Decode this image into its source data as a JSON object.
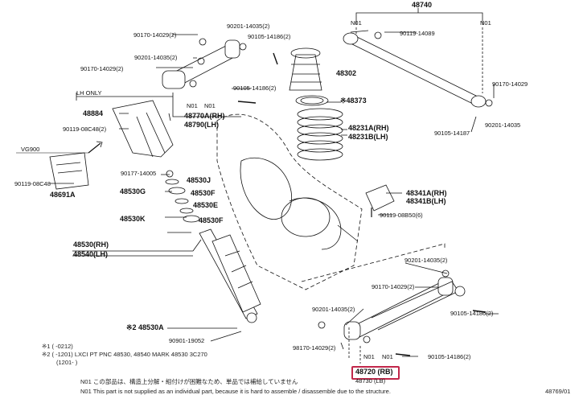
{
  "diagram": {
    "labels": {
      "top_assembly": "48740",
      "n01_top_left": "N01",
      "n01_top_right": "N01",
      "p90119_14089": "90119-14089",
      "p90170_14029_a": "90170-14029(2)",
      "p90201_14035_a": "90201-14035(2)",
      "p90105_14186_a": "90105-14186(2)",
      "p90170_14029_b": "90170-14029(2)",
      "p90201_14035_b": "90201-14035(2)",
      "p48302": "48302",
      "p90170_14029_c": "90170-14029",
      "lh_only": "LH ONLY",
      "p48884": "48884",
      "p90119_08c48_a": "90119-08C48(2)",
      "p90105_14186_b": "90105-14186(2)",
      "n01_upper_a": "N01",
      "n01_upper_b": "N01",
      "p48770a": "48770A(RH)",
      "p48790": "48790(LH)",
      "p48373": "※48373",
      "p90201_14035_c": "90201-14035",
      "p48231a": "48231A(RH)",
      "p48231b": "48231B(LH)",
      "p90105_14187": "90105-14187",
      "vg_code": "VG900",
      "p90119_08c48_b": "90119-08C48",
      "p48691a": "48691A",
      "p90177_14005": "90177-14005",
      "p48530j": "48530J",
      "p48530g": "48530G",
      "p48530e": "48530E",
      "p48530k": "48530K",
      "p48530f_a": "48530F",
      "p48530f_b": "48530F",
      "p48341a": "48341A(RH)",
      "p48341b": "48341B(LH)",
      "p90119_08b50": "90119-08B50(6)",
      "p48530": "48530(RH)",
      "p48540": "48540(LH)",
      "p90201_14035_d": "90201-14035(2)",
      "p90170_14029_d": "90170-14029(2)",
      "p90201_14035_e": "90201-14035(2)",
      "p90105_14186_c": "90105-14186(2)",
      "p48530a": "※2 48530A",
      "p90901_19052": "90901-19052",
      "p98170_14029": "98170-14029(2)",
      "n01_lower_a": "N01",
      "n01_lower_b": "N01",
      "p90105_14186_d": "90105-14186(2)",
      "p48720": "48720 (RB)",
      "p48730": "48730 (LB)"
    },
    "notes": {
      "note1": "※1 (      -0212)",
      "note2": "※2 (      -1201) LXCI PT PNC 48530, 48540  MARK 48530  3C270",
      "note3": "(1201-      )",
      "n01_ja": "N01  この部品は、構造上分解・組付けが困難なため、単品では補給していません",
      "n01_en": "N01  This part is not supplied as an individual part, because it is hard to assemble / disassemble due to the structure.",
      "drawing_id": "48769/01"
    },
    "highlight_color": "#c1274a"
  }
}
